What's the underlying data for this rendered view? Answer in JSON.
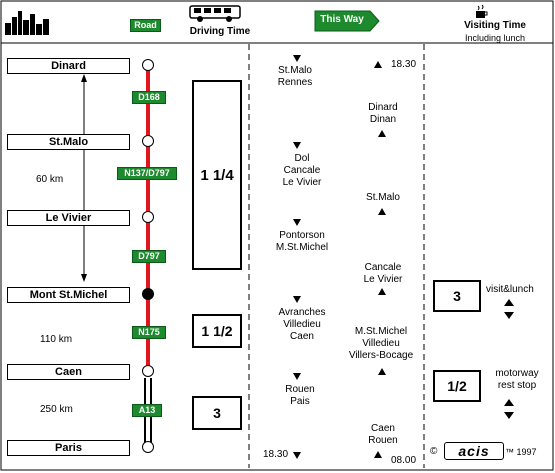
{
  "header": {
    "road_label": "Road",
    "driving_time_label": "Driving Time",
    "this_way_label": "This Way",
    "visiting_time_label": "Visiting Time",
    "visiting_time_sub": "Including lunch"
  },
  "towns": [
    "Dinard",
    "St.Malo",
    "Le Vivier",
    "Mont St.Michel",
    "Caen",
    "Paris"
  ],
  "roads": [
    "D168",
    "N137/D797",
    "D797",
    "N175",
    "A13"
  ],
  "distances": [
    "60 km",
    "110 km",
    "250 km"
  ],
  "driving_times": [
    "1 1/4",
    "1 1/2",
    "3"
  ],
  "southbound_stops": [
    "St.Malo\nRennes",
    "Dol\nCancale\nLe Vivier",
    "Pontorson\nM.St.Michel",
    "Avranches\nVilledieu\nCaen",
    "Rouen\nPais"
  ],
  "northbound_stops": [
    "Dinard\nDinan",
    "St.Malo",
    "Cancale\nLe Vivier",
    "M.St.Michel\nVilledieu\nVillers-Bocage",
    "Caen\nRouen"
  ],
  "times": {
    "top": "18.30",
    "bottom_left": "18.30",
    "bottom_right": "08.00"
  },
  "visits": [
    {
      "value": "3",
      "label": "visit&lunch"
    },
    {
      "value": "1/2",
      "label": "motorway\nrest stop"
    }
  ],
  "footer": {
    "copyright_symbol": "©",
    "logo": "acis",
    "tm_year": "™ 1997"
  },
  "colors": {
    "route": "#e0161e",
    "road_sign": "#1e8a2e",
    "motorway": "#000000"
  }
}
